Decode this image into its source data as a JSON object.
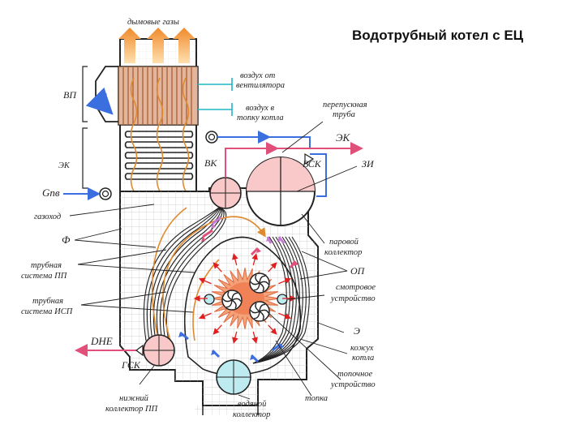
{
  "title": "Водотрубный котел с ЕЦ",
  "labels": {
    "flue_gases": "дымовые газы",
    "vp": "ВП",
    "ek_left": "ЭК",
    "g_pv": "Gпв",
    "gas_duct": "газоход",
    "f": "Ф",
    "pp_tubes_1": "трубная",
    "pp_tubes_2": "система ПП",
    "isp_tubes_1": "трубная",
    "isp_tubes_2": "система ИСП",
    "d_ne": "DНЕ",
    "gsk": "ГСК",
    "lower_coll_1": "нижний",
    "lower_coll_2": "коллектор ПП",
    "air_fan_1": "воздух от",
    "air_fan_2": "вентилятора",
    "air_furnace_1": "воздух в",
    "air_furnace_2": "топку котла",
    "bypass_1": "перепускная",
    "bypass_2": "труба",
    "ek_right": "ЭК",
    "vk": "ВК",
    "vsk": "ВСК",
    "zi": "ЗИ",
    "steam_coll_1": "паровой",
    "steam_coll_2": "коллектор",
    "op": "ОП",
    "viewer_1": "смотровое",
    "viewer_2": "устройство",
    "e": "Э",
    "casing_1": "кожух",
    "casing_2": "котла",
    "burner_1": "топочное",
    "burner_2": "устройство",
    "water_coll_1": "водяной",
    "water_coll_2": "коллектор",
    "furnace": "топка"
  },
  "colors": {
    "feed_water": "#3b6fe0",
    "steam": "#e0507a",
    "hot_gas": "#e08a30",
    "flame": "#e06a40",
    "drum_fill": "#f9c8c8",
    "water_fill": "#bdebf0",
    "air_cyan": "#1fb5c8"
  }
}
